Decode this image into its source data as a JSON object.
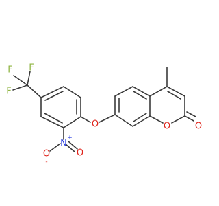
{
  "molecule": {
    "atom_labels": {
      "fluorine": "F",
      "oxygen": "O",
      "nitrogen": "N",
      "plus": "+",
      "minus": "-"
    },
    "colors": {
      "bond": "#3a3a3a",
      "fluorine": "#8fb542",
      "oxygen": "#e0241b",
      "nitrogen": "#2a3fe0"
    }
  }
}
